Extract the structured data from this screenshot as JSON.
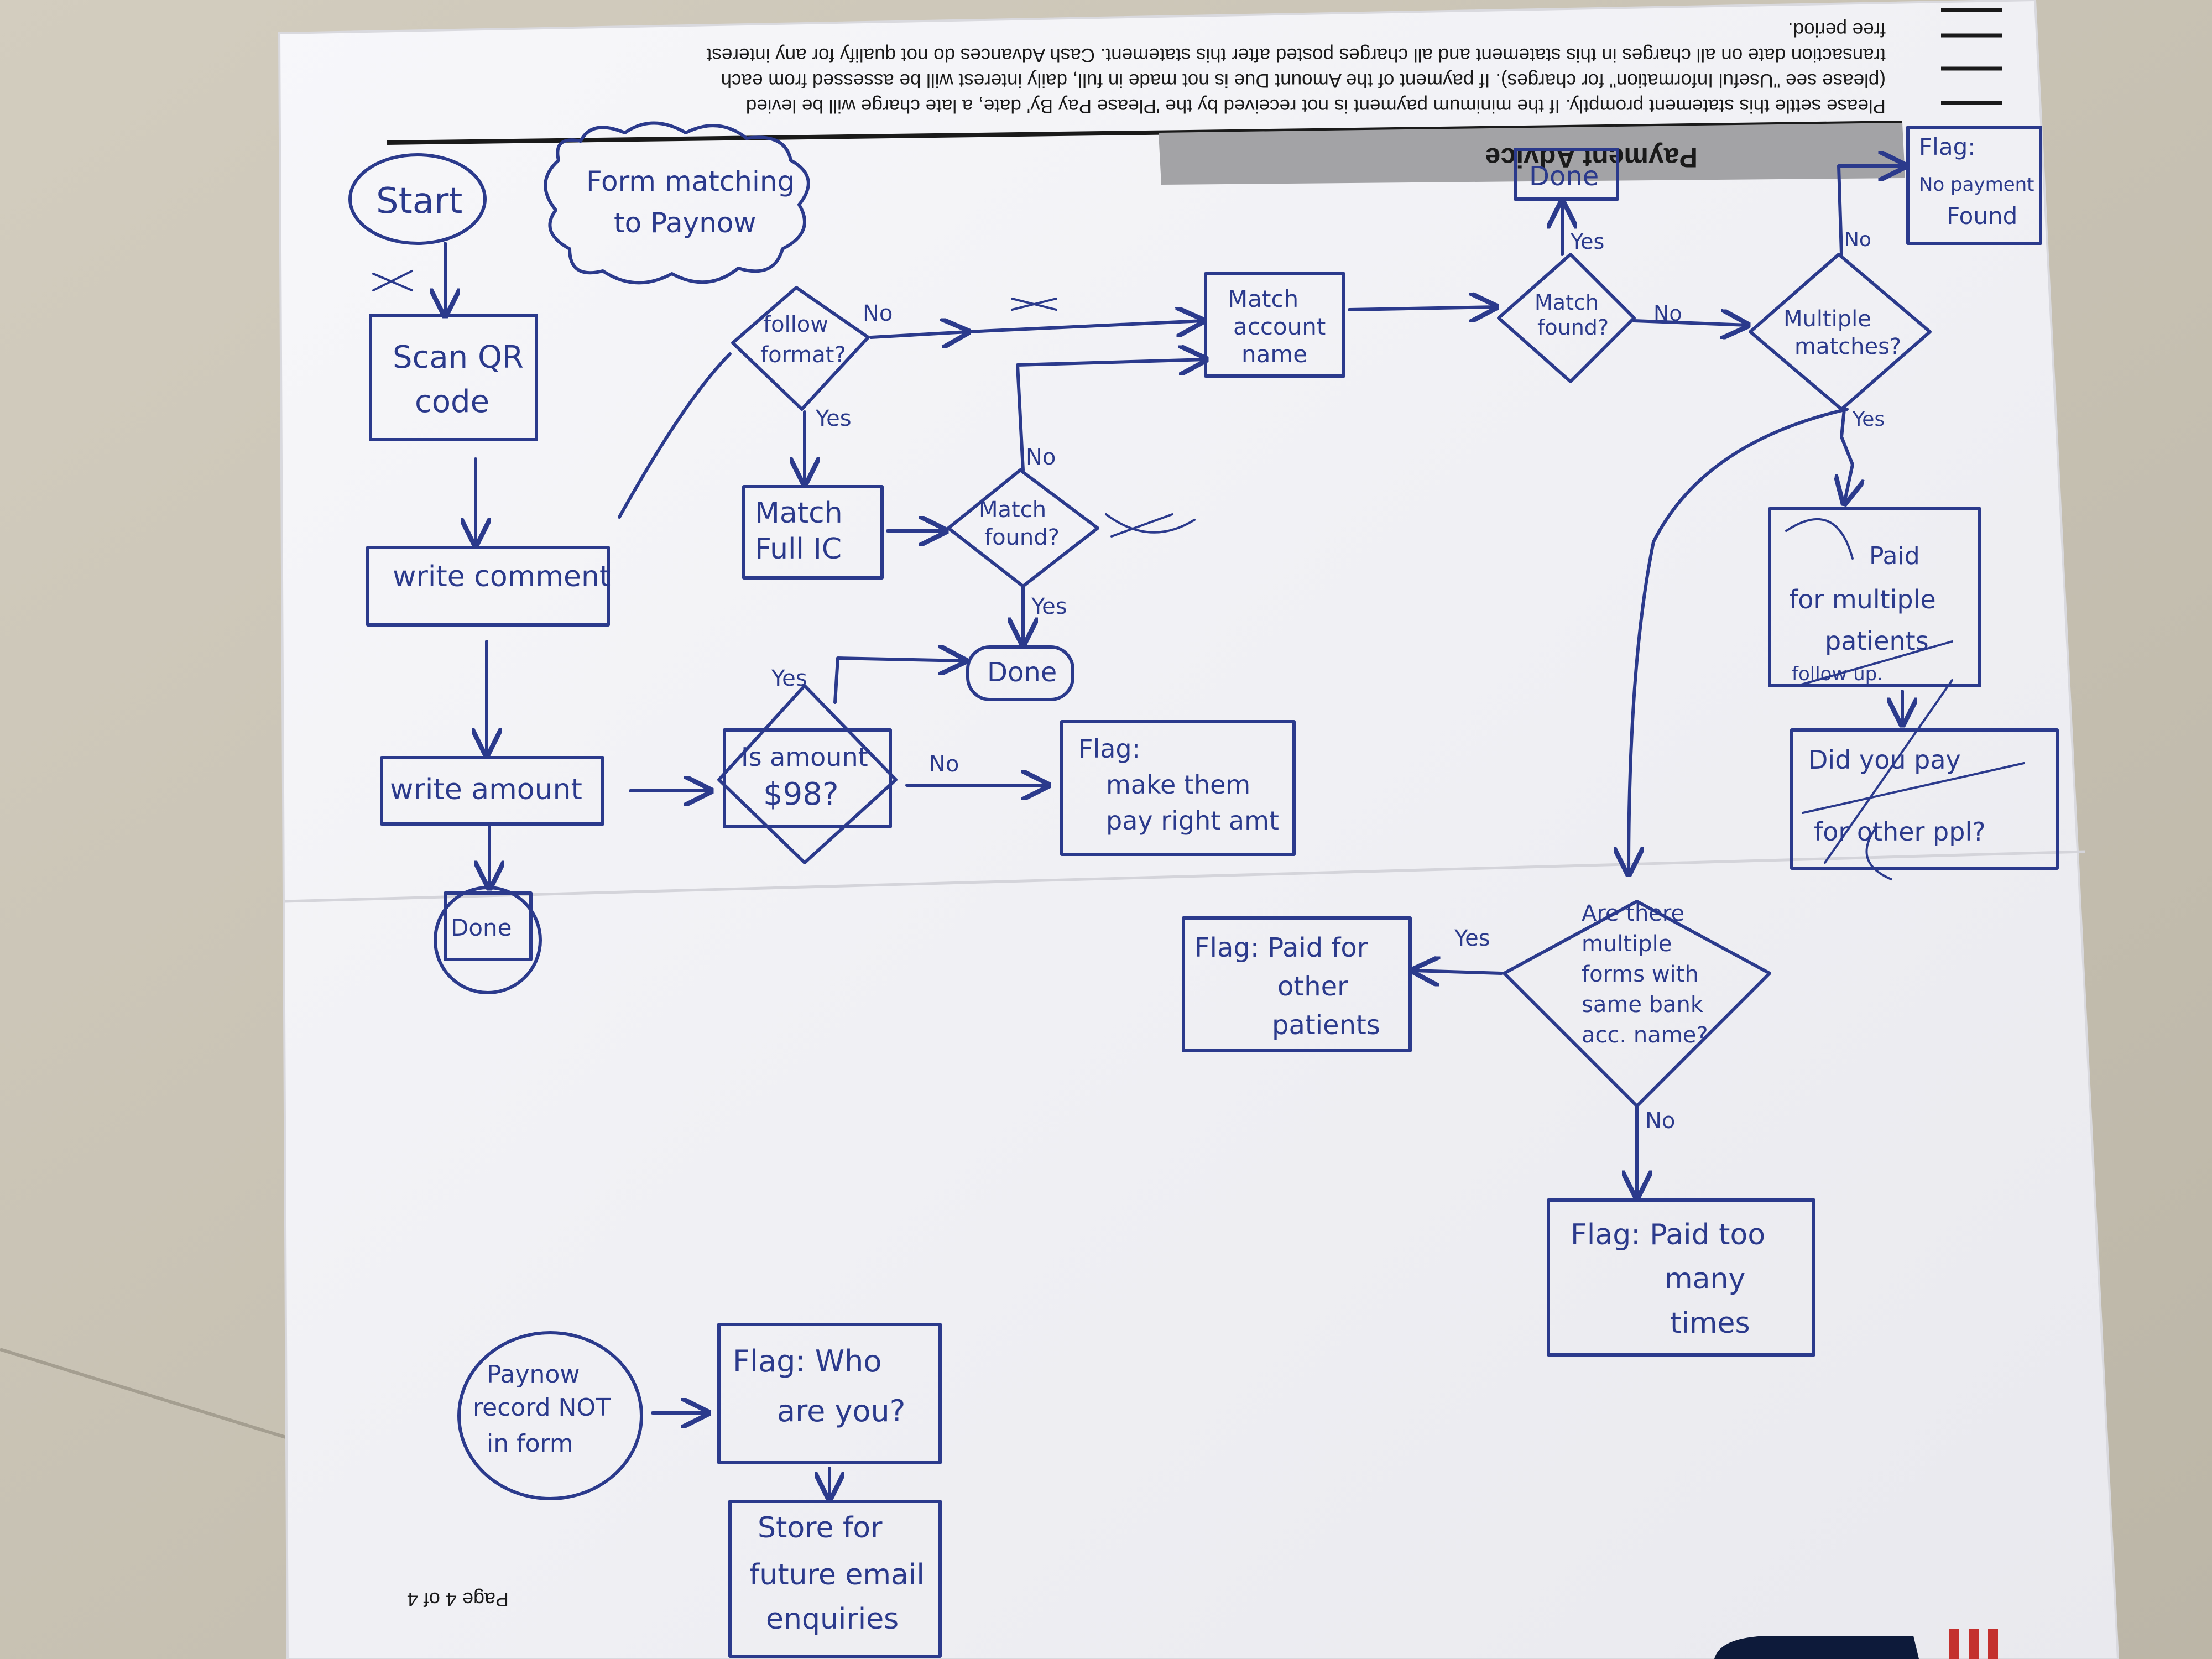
{
  "colors": {
    "ink": "#2b3a8c",
    "paper": "#f3f3f6",
    "floor": "#c9c3b4",
    "shade": "#9a9a9a",
    "brand": "#c4312e"
  },
  "statement": {
    "line1": "Please settle this statement promptly. If the minimum payment is not received by the 'Please Pay By' date, a late charge will be levied",
    "line2": "(please see \"Useful Information\" for charges). If payment of the Amount Due is not made in full, daily interest will be assessed from each",
    "line3": "transaction date on all charges in this statement and all charges posted after this statement. Cash Advances do not qualify for any interest",
    "line4": "free period.",
    "payment_advice": "Payment Advice",
    "page_label": "Page 4 of 4"
  },
  "flow": {
    "start": "Start",
    "title_cloud": [
      "Form matching",
      "to Paynow"
    ],
    "scan_qr": [
      "Scan QR",
      "code"
    ],
    "write_comment": "write comment",
    "write_amount": "write amount",
    "done": "Done",
    "follow_format": [
      "follow",
      "format?"
    ],
    "match_full_ic": [
      "Match",
      "Full IC"
    ],
    "match_found_1": [
      "Match",
      "found?"
    ],
    "is_amount_98": [
      "Is amount",
      "$98?"
    ],
    "flag_make_pay": [
      "Flag:",
      "make them",
      "pay right amt"
    ],
    "match_account_name": [
      "Match",
      "account",
      "name"
    ],
    "match_found_2": [
      "Match",
      "found?"
    ],
    "multiple_matches": [
      "Multiple",
      "matches?"
    ],
    "flag_no_payment": [
      "Flag:",
      "No payment",
      "Found"
    ],
    "paid_multiple": [
      "Paid",
      "for multiple",
      "patients",
      "follow up."
    ],
    "did_you_pay": [
      "Did you pay",
      "for other ppl?"
    ],
    "multiple_forms": [
      "Are there",
      "multiple",
      "forms with",
      "same bank",
      "acc. name?"
    ],
    "flag_paid_other": [
      "Flag: Paid for",
      "other",
      "patients"
    ],
    "flag_paid_too_many": [
      "Flag: Paid too",
      "many",
      "times"
    ],
    "paynow_not_in_form": [
      "Paynow",
      "record NOT",
      "in form"
    ],
    "flag_who": [
      "Flag: Who",
      "are you?"
    ],
    "store_future": [
      "Store for",
      "future email",
      "enquiries"
    ],
    "yes": "Yes",
    "no": "No"
  }
}
